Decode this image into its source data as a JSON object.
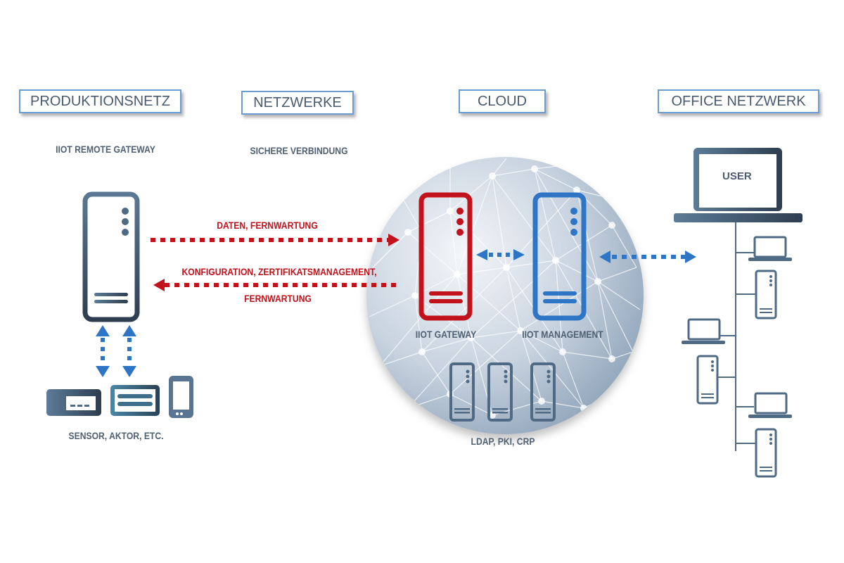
{
  "sections": [
    {
      "id": "produktionsnetz",
      "label": "PRODUKTIONSNETZ",
      "subtitle": "IIOT REMOTE GATEWAY"
    },
    {
      "id": "netzwerke",
      "label": "NETZWERKE",
      "subtitle": "SICHERE VERBINDUNG"
    },
    {
      "id": "cloud",
      "label": "CLOUD"
    },
    {
      "id": "office",
      "label": "OFFICE NETZWERK"
    }
  ],
  "connections": {
    "upstream_label": "DATEN, FERNWARTUNG",
    "downstream_label_line1": "KONFIGURATION, ZERTIFIKATSMANAGEMENT,",
    "downstream_label_line2": "FERNWARTUNG"
  },
  "nodes": {
    "remote_gateway": "IIOT REMOTE GATEWAY",
    "field_devices_label": "SENSOR, AKTOR, ETC.",
    "iiot_gateway_label": "IIOT GATEWAY",
    "iiot_management_label": "IIOT MANAGEMENT",
    "cloud_services_label": "LDAP, PKI, CRP",
    "user_label": "USER"
  },
  "colors": {
    "accent_red": "#c2121b",
    "accent_blue": "#2f75c6",
    "device_slate": "#4f6a84",
    "header_border": "#6b9bd2"
  }
}
